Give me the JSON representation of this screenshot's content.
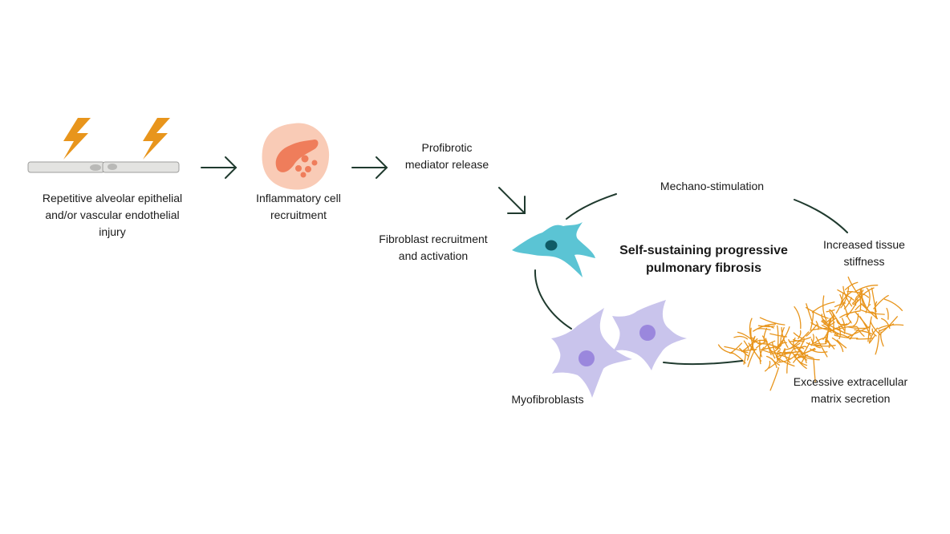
{
  "labels": {
    "injury": [
      "Repetitive alveolar epithelial",
      "and/or vascular endothelial",
      "injury"
    ],
    "inflammatory": [
      "Inflammatory cell",
      "recruitment"
    ],
    "mediator": [
      "Profibrotic",
      "mediator release"
    ],
    "fibroblast": [
      "Fibroblast recruitment",
      "and activation"
    ],
    "mechano": "Mechano-stimulation",
    "stiffness": [
      "Increased tissue",
      "stiffness"
    ],
    "center": [
      "Self-sustaining progressive",
      "pulmonary fibrosis"
    ],
    "myofibroblasts": "Myofibroblasts",
    "ecm": [
      "Excessive extracellular",
      "matrix secretion"
    ]
  },
  "colors": {
    "arrow": "#1f3a2e",
    "lightning": "#e8951c",
    "epithelium": "#e3e3e1",
    "inflammatory_outer": "#f9cbb6",
    "inflammatory_nucleus": "#ef7d5b",
    "fibroblast": "#5bc4d4",
    "fibroblast_nucleus": "#0f5c66",
    "myofibroblast": "#c9c4ec",
    "myofibroblast_nucleus": "#9a87dd",
    "ecm_fiber": "#e8951c"
  }
}
